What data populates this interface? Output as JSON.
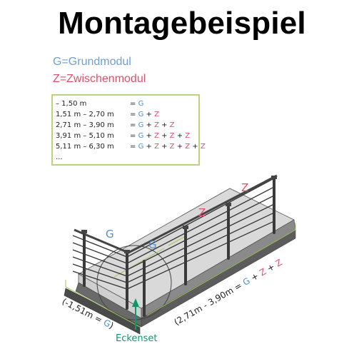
{
  "title": "Montagebeispiel",
  "legend": {
    "g": "G=Grundmodul",
    "z": "Z=Zwischenmodul"
  },
  "table_rows": [
    {
      "range": "– 1,50 m",
      "eq": [
        {
          "t": "=",
          "c": "p"
        },
        {
          "t": "G",
          "c": "g"
        }
      ]
    },
    {
      "range": "1,51 m – 2,70 m",
      "eq": [
        {
          "t": "=",
          "c": "p"
        },
        {
          "t": "G",
          "c": "g"
        },
        {
          "t": "+",
          "c": "p"
        },
        {
          "t": "Z",
          "c": "z"
        }
      ]
    },
    {
      "range": "2,71 m – 3,90 m",
      "eq": [
        {
          "t": "=",
          "c": "p"
        },
        {
          "t": "G",
          "c": "g"
        },
        {
          "t": "+",
          "c": "p"
        },
        {
          "t": "Z",
          "c": "z"
        },
        {
          "t": "+",
          "c": "p"
        },
        {
          "t": "Z",
          "c": "z"
        }
      ]
    },
    {
      "range": "3,91 m – 5,10 m",
      "eq": [
        {
          "t": "=",
          "c": "p"
        },
        {
          "t": "G",
          "c": "g"
        },
        {
          "t": "+",
          "c": "p"
        },
        {
          "t": "Z",
          "c": "z"
        },
        {
          "t": "+",
          "c": "p"
        },
        {
          "t": "Z",
          "c": "z"
        },
        {
          "t": "+",
          "c": "p"
        },
        {
          "t": "Z",
          "c": "z"
        }
      ]
    },
    {
      "range": "5,11 m – 6,30 m",
      "eq": [
        {
          "t": "=",
          "c": "p"
        },
        {
          "t": "G",
          "c": "g"
        },
        {
          "t": "+",
          "c": "p"
        },
        {
          "t": "Z",
          "c": "z"
        },
        {
          "t": "+",
          "c": "p"
        },
        {
          "t": "Z",
          "c": "z"
        },
        {
          "t": "+",
          "c": "p"
        },
        {
          "t": "Z",
          "c": "z"
        },
        {
          "t": "+",
          "c": "p"
        },
        {
          "t": "Z",
          "c": "z"
        }
      ]
    },
    {
      "range": "...",
      "eq": []
    }
  ],
  "diagram_labels": {
    "g_left": "G",
    "g_right": "G",
    "z_mid": "Z",
    "z_far": "Z",
    "short_side_open": "(-1,51m = ",
    "short_side_g": "G",
    "short_side_close": ")",
    "long_side_prefix": "(2,71m - 3,90m = ",
    "long_side_g": "G",
    "long_side_plus1": " + ",
    "long_side_z1": "Z",
    "long_side_plus2": " + ",
    "long_side_z2": "Z",
    "corner_set": "Eckenset"
  },
  "colors": {
    "g": "#4f8fcf",
    "z": "#e0506a",
    "green": "#0a9a6a",
    "frame": "#b9d47c"
  }
}
